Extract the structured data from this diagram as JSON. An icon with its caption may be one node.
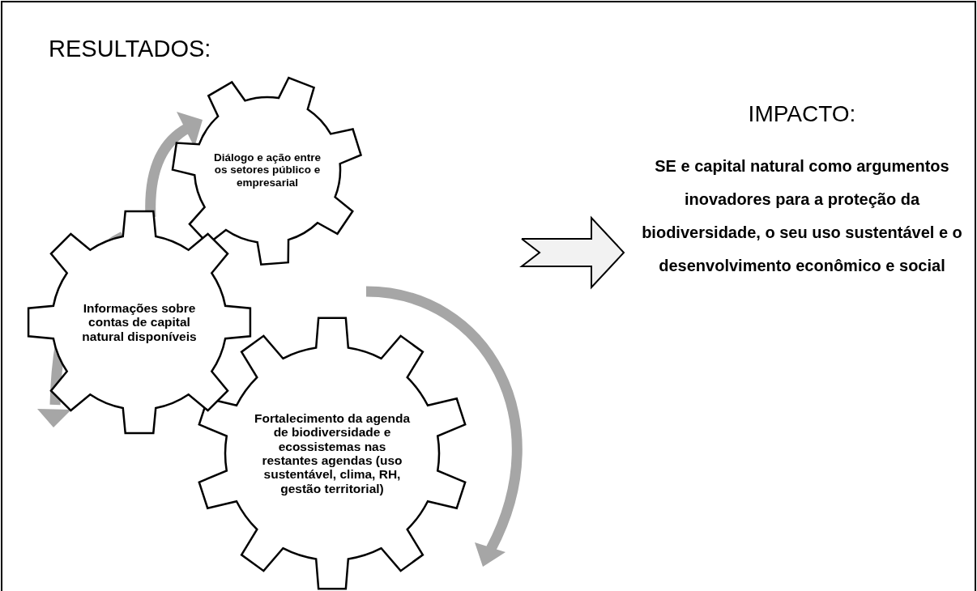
{
  "diagram": {
    "title": "RESULTADOS:",
    "nodes": [
      {
        "text": [
          "Diálogo e ação entre os setores público e empresarial"
        ]
      },
      {
        "text": [
          "Informações sobre contas de capital natural disponíveis"
        ]
      },
      {
        "text": [
          "Fortalecimento da agenda  de biodiversidade e ecossistemas nas restantes agendas (uso sustentável, clima, RH, gestão territorial)"
        ]
      },
      {
        "text": [
          "IMPACTO:",
          "SE e capital natural como argumentos inovadores para a proteção da biodiversidade, o seu uso sustentável e o desenvolvimento econômico e social"
        ]
      }
    ],
    "edges": [
      {
        "from": null,
        "to": 3,
        "arrow": "to"
      }
    ]
  }
}
